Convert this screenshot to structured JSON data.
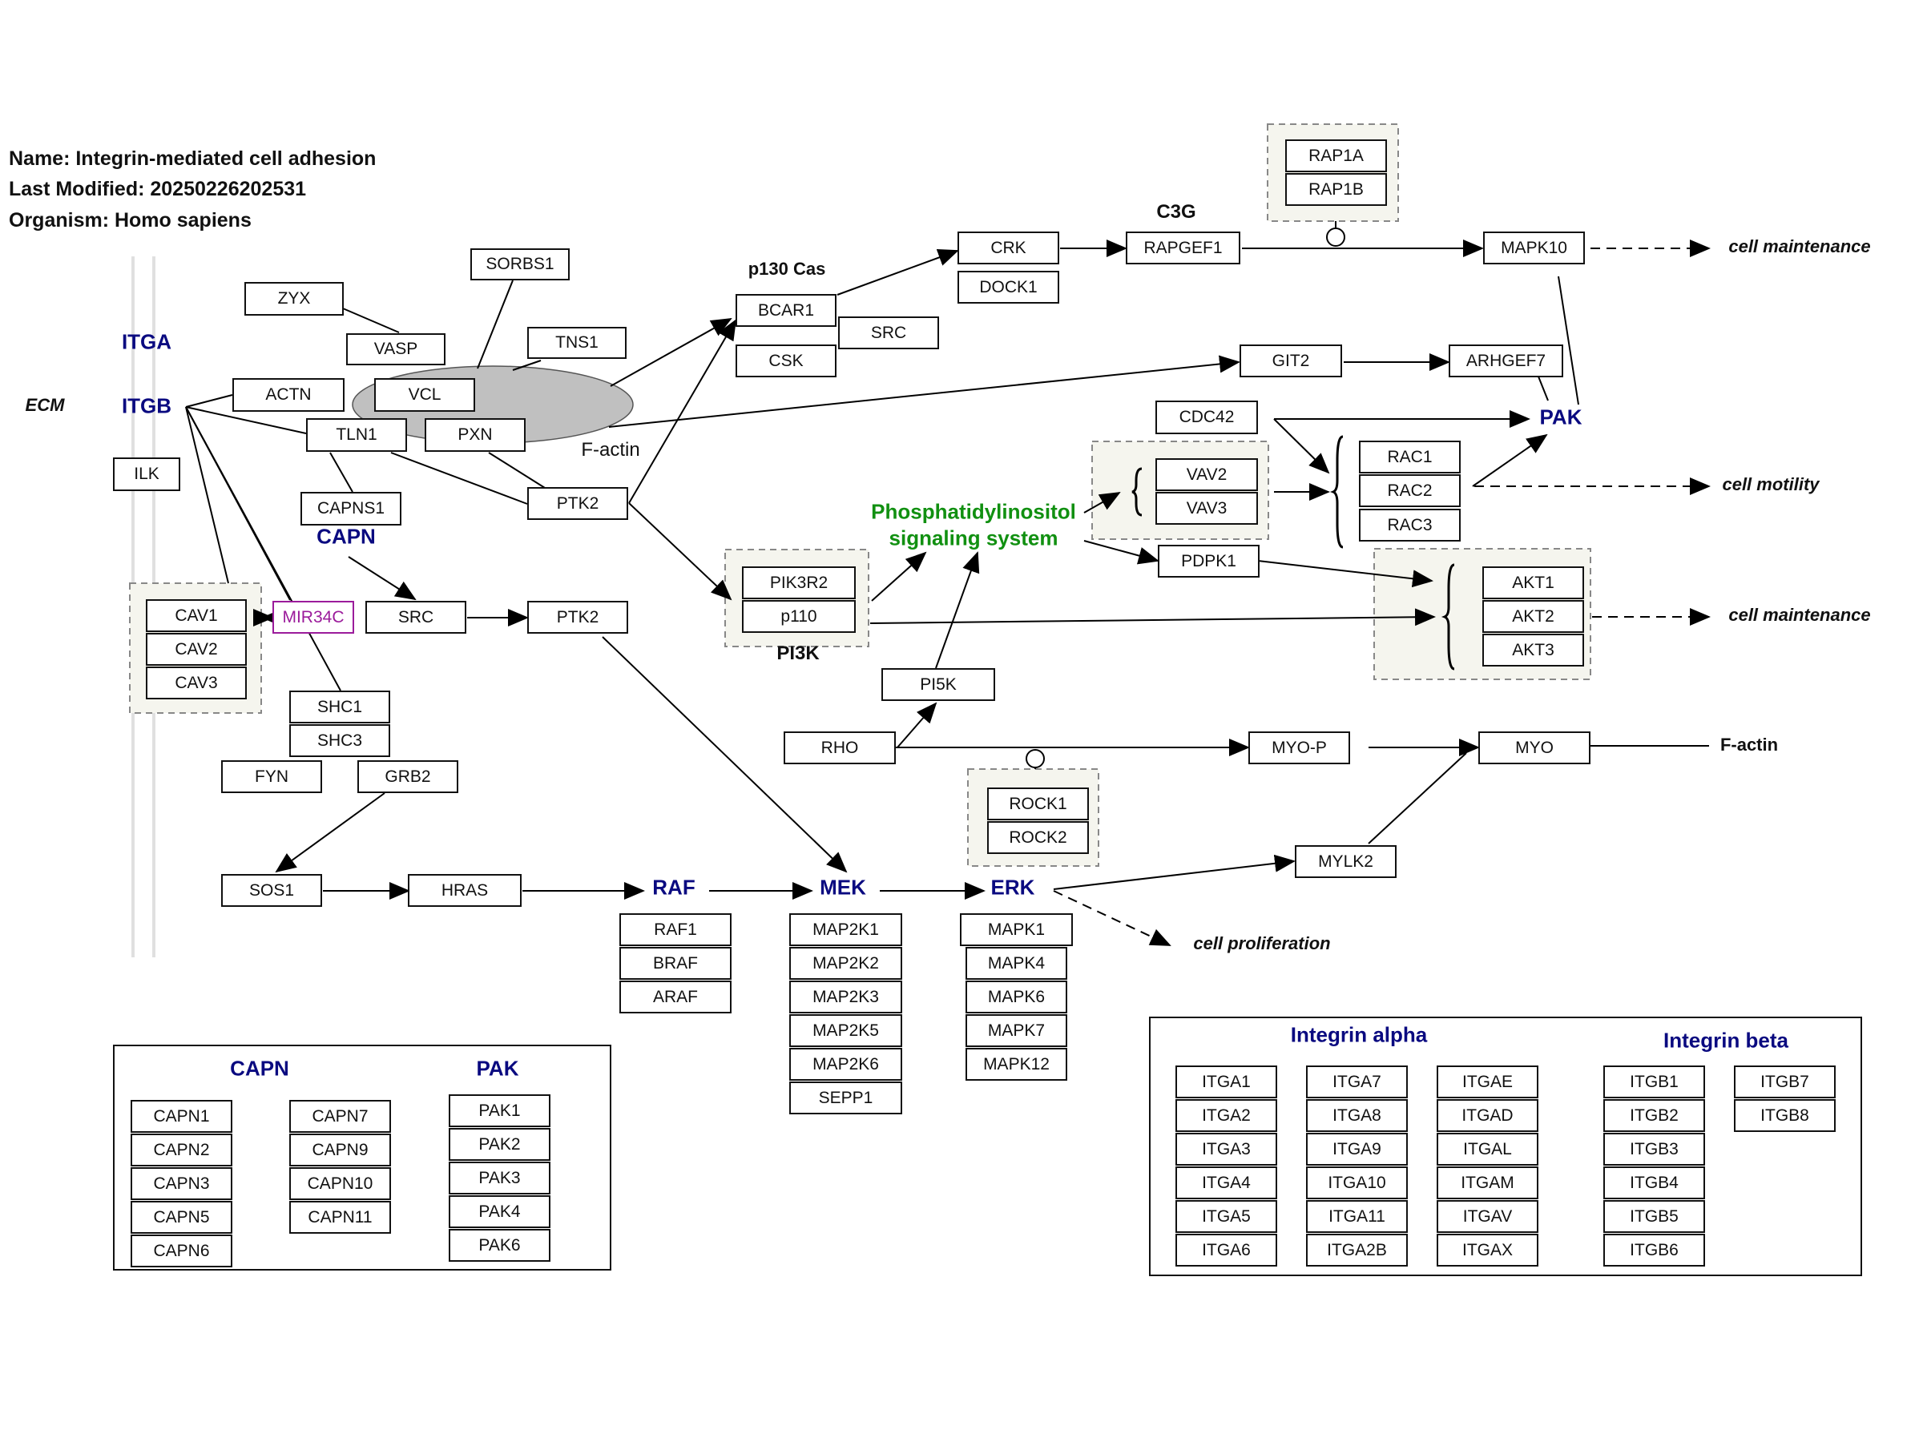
{
  "header": {
    "name": "Name: Integrin-mediated cell adhesion",
    "modified": "Last Modified: 20250226202531",
    "organism": "Organism: Homo sapiens"
  },
  "colors": {
    "node_border": "#111111",
    "group_fill": "#f5f5ee",
    "group_border": "#888888",
    "label_navy": "#0a0a80",
    "label_green": "#119011",
    "mirna": "#9b1b9b",
    "factin": "#c0c0c0"
  },
  "genes": {
    "zyx": "ZYX",
    "sorbs1": "SORBS1",
    "vasp": "VASP",
    "tns1": "TNS1",
    "actn": "ACTN",
    "vcl": "VCL",
    "tln1": "TLN1",
    "pxn": "PXN",
    "ilk": "ILK",
    "capns1": "CAPNS1",
    "ptk2_a": "PTK2",
    "ptk2_b": "PTK2",
    "cav1": "CAV1",
    "cav2": "CAV2",
    "cav3": "CAV3",
    "mir34c": "MIR34C",
    "src_a": "SRC",
    "src_b": "SRC",
    "shc1": "SHC1",
    "shc3": "SHC3",
    "fyn": "FYN",
    "grb2": "GRB2",
    "sos1": "SOS1",
    "hras": "HRAS",
    "bcar1": "BCAR1",
    "csk": "CSK",
    "crk": "CRK",
    "dock1": "DOCK1",
    "rapgef1": "RAPGEF1",
    "rap1a": "RAP1A",
    "rap1b": "RAP1B",
    "mapk10": "MAPK10",
    "git2": "GIT2",
    "arhgef7": "ARHGEF7",
    "cdc42": "CDC42",
    "vav2": "VAV2",
    "vav3": "VAV3",
    "rac1": "RAC1",
    "rac2": "RAC2",
    "rac3": "RAC3",
    "pdpk1": "PDPK1",
    "akt1": "AKT1",
    "akt2": "AKT2",
    "akt3": "AKT3",
    "pik3r2": "PIK3R2",
    "p110": "p110",
    "pi5k": "PI5K",
    "rho": "RHO",
    "myo_p": "MYO-P",
    "myo": "MYO",
    "rock1": "ROCK1",
    "rock2": "ROCK2",
    "mylk2": "MYLK2",
    "raf1": "RAF1",
    "braf": "BRAF",
    "araf": "ARAF",
    "map2k1": "MAP2K1",
    "map2k2": "MAP2K2",
    "map2k3": "MAP2K3",
    "map2k5": "MAP2K5",
    "map2k6": "MAP2K6",
    "sepp1": "SEPP1",
    "mapk1": "MAPK1",
    "mapk4": "MAPK4",
    "mapk6": "MAPK6",
    "mapk7": "MAPK7",
    "mapk12": "MAPK12",
    "capn1": "CAPN1",
    "capn2": "CAPN2",
    "capn3": "CAPN3",
    "capn5": "CAPN5",
    "capn6": "CAPN6",
    "capn7": "CAPN7",
    "capn9": "CAPN9",
    "capn10": "CAPN10",
    "capn11": "CAPN11",
    "pak1": "PAK1",
    "pak2": "PAK2",
    "pak3": "PAK3",
    "pak4": "PAK4",
    "pak6": "PAK6",
    "itga1": "ITGA1",
    "itga2": "ITGA2",
    "itga3": "ITGA3",
    "itga4": "ITGA4",
    "itga5": "ITGA5",
    "itga6": "ITGA6",
    "itga7": "ITGA7",
    "itga8": "ITGA8",
    "itga9": "ITGA9",
    "itga10": "ITGA10",
    "itga11": "ITGA11",
    "itga2b": "ITGA2B",
    "itgae": "ITGAE",
    "itgad": "ITGAD",
    "itgal": "ITGAL",
    "itgam": "ITGAM",
    "itgav": "ITGAV",
    "itgax": "ITGAX",
    "itgb1": "ITGB1",
    "itgb2": "ITGB2",
    "itgb3": "ITGB3",
    "itgb4": "ITGB4",
    "itgb5": "ITGB5",
    "itgb6": "ITGB6",
    "itgb7": "ITGB7",
    "itgb8": "ITGB8"
  },
  "labels": {
    "itga": "ITGA",
    "itgb": "ITGB",
    "ecm": "ECM",
    "capn": "CAPN",
    "factin_1": "F-actin",
    "factin_2": "F-actin",
    "p130cas": "p130 Cas",
    "c3g": "C3G",
    "pak": "PAK",
    "pi3k": "PI3K",
    "pip_system": "Phosphatidylinositol\nsignaling system",
    "raf": "RAF",
    "mek": "MEK",
    "erk": "ERK",
    "cell_maintenance_1": "cell maintenance",
    "cell_maintenance_2": "cell maintenance",
    "cell_motility": "cell motility",
    "cell_proliferation": "cell proliferation",
    "legend_capn": "CAPN",
    "legend_pak": "PAK",
    "legend_integrin_alpha": "Integrin alpha",
    "legend_integrin_beta": "Integrin beta"
  }
}
